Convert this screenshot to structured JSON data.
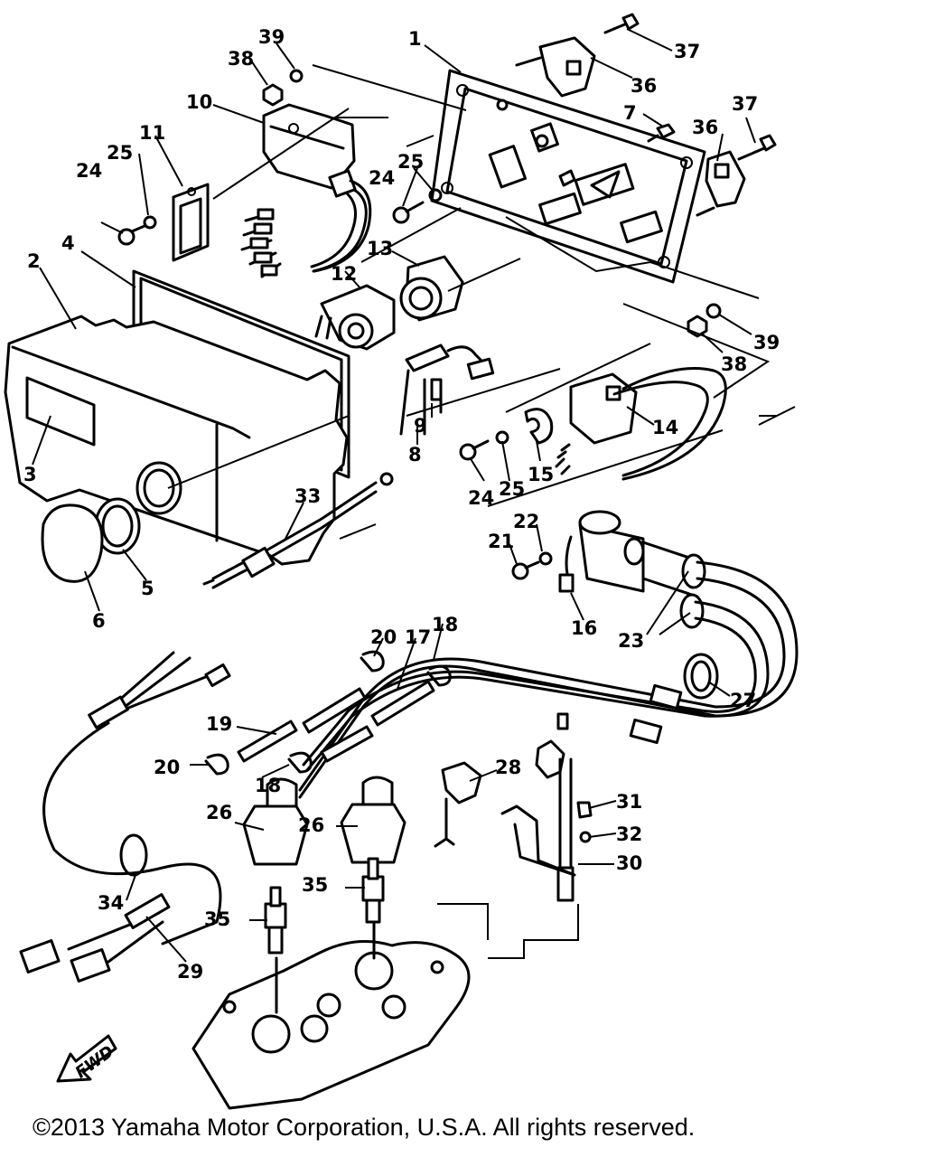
{
  "diagram": {
    "callouts": {
      "c1": "1",
      "c2": "2",
      "c3": "3",
      "c4": "4",
      "c5": "5",
      "c6": "6",
      "c7": "7",
      "c8": "8",
      "c9": "9",
      "c10": "10",
      "c11": "11",
      "c12": "12",
      "c13": "13",
      "c14": "14",
      "c15": "15",
      "c16": "16",
      "c17": "17",
      "c18": "18",
      "c19": "19",
      "c20": "20",
      "c21": "21",
      "c22": "22",
      "c23": "23",
      "c24": "24",
      "c25": "25",
      "c26": "26",
      "c27": "27",
      "c28": "28",
      "c29": "29",
      "c30": "30",
      "c31": "31",
      "c32": "32",
      "c33": "33",
      "c34": "34",
      "c35": "35",
      "c36": "36",
      "c37": "37",
      "c38": "38",
      "c39": "39"
    },
    "fwd_label": "FWD"
  },
  "footer": {
    "copyright": "©2013 Yamaha Motor Corporation, U.S.A. All rights reserved."
  }
}
